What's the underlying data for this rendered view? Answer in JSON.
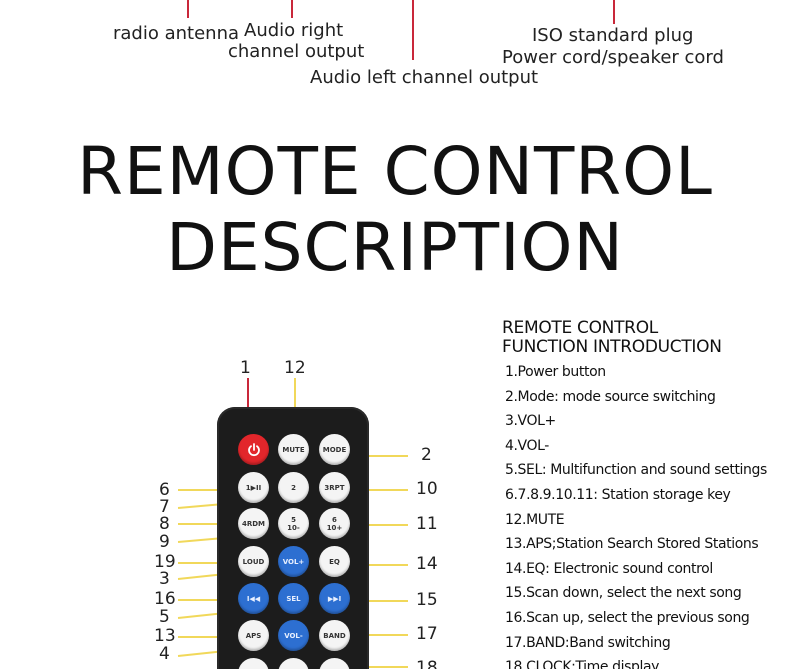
{
  "connectors": {
    "radio_antenna": "radio antenna",
    "audio_right_line1": "Audio right",
    "audio_right_line2": "channel output",
    "audio_left": "Audio left channel output",
    "iso_plug": "ISO standard plug",
    "power_cord": "Power cord/speaker cord"
  },
  "heading": {
    "line1": "REMOTE CONTROL",
    "line2": "DESCRIPTION"
  },
  "functions": {
    "title_line1": "REMOTE CONTROL",
    "title_line2": "FUNCTION INTRODUCTION",
    "items": [
      "1.Power button",
      "2.Mode: mode source switching",
      "3.VOL+",
      "4.VOL-",
      "5.SEL: Multifunction and sound settings",
      "6.7.8.9.10.11: Station storage key",
      "12.MUTE",
      "13.APS;Station Search Stored Stations",
      "14.EQ: Electronic sound control",
      "15.Scan down, select the next song",
      "16.Scan up, select the previous song",
      "17.BAND:Band switching",
      "18.CLOCK:Time display"
    ]
  },
  "remote": {
    "buttons": {
      "mute": "MUTE",
      "mode": "MODE",
      "play": "1▶II",
      "two": "2",
      "rpt": "3RPT",
      "rdm": "4RDM",
      "five": "5\n10-",
      "six": "6\n10+",
      "loud": "LOUD",
      "volup": "VOL+",
      "eq": "EQ",
      "prev": "I◀◀",
      "sel": "SEL",
      "next": "▶▶I",
      "aps": "APS",
      "voldown": "VOL-",
      "band": "BAND"
    },
    "callouts_left": [
      "6",
      "7",
      "8",
      "9",
      "19",
      "3",
      "16",
      "5",
      "13",
      "4"
    ],
    "callouts_top": [
      "1",
      "12"
    ],
    "callouts_right": [
      "2",
      "10",
      "11",
      "14",
      "15",
      "17",
      "18"
    ]
  },
  "colors": {
    "accent_red": "#c9283a",
    "callout_yellow": "#f1d85a",
    "button_blue": "#2d6fd1",
    "power_red": "#e2262b"
  }
}
